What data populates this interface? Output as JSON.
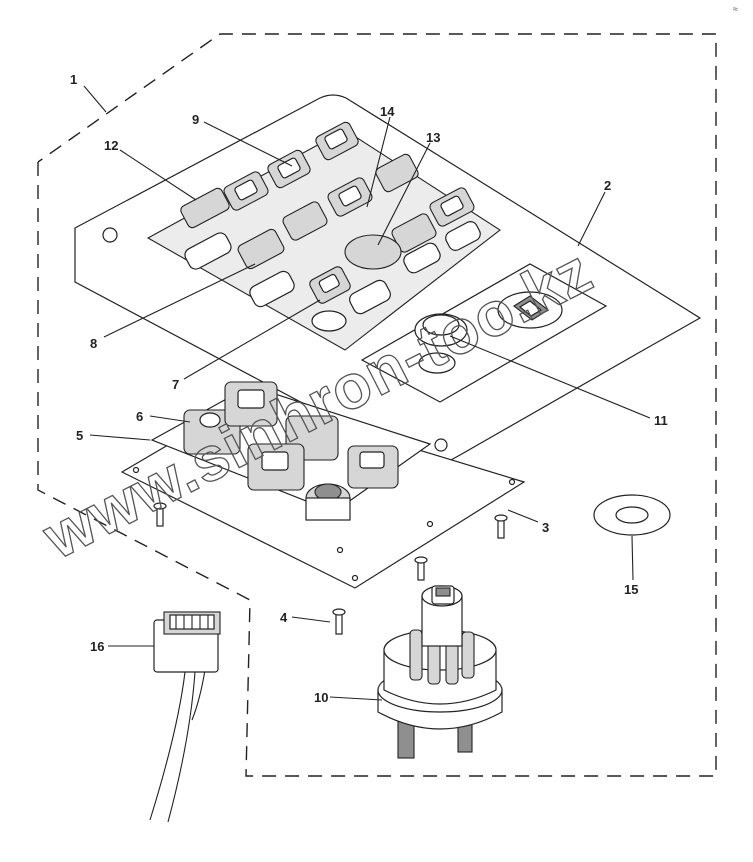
{
  "diagram": {
    "corner_mark": "≈",
    "watermark": "www.sinhron-too.kz",
    "callouts": [
      {
        "id": "c1",
        "label": "1"
      },
      {
        "id": "c2",
        "label": "2"
      },
      {
        "id": "c3",
        "label": "3"
      },
      {
        "id": "c4",
        "label": "4"
      },
      {
        "id": "c5",
        "label": "5"
      },
      {
        "id": "c6",
        "label": "6"
      },
      {
        "id": "c7",
        "label": "7"
      },
      {
        "id": "c8",
        "label": "8"
      },
      {
        "id": "c9",
        "label": "9"
      },
      {
        "id": "c10",
        "label": "10"
      },
      {
        "id": "c11",
        "label": "11"
      },
      {
        "id": "c12",
        "label": "12"
      },
      {
        "id": "c13",
        "label": "13"
      },
      {
        "id": "c14",
        "label": "14"
      },
      {
        "id": "c15",
        "label": "15"
      },
      {
        "id": "c16",
        "label": "16"
      }
    ]
  }
}
